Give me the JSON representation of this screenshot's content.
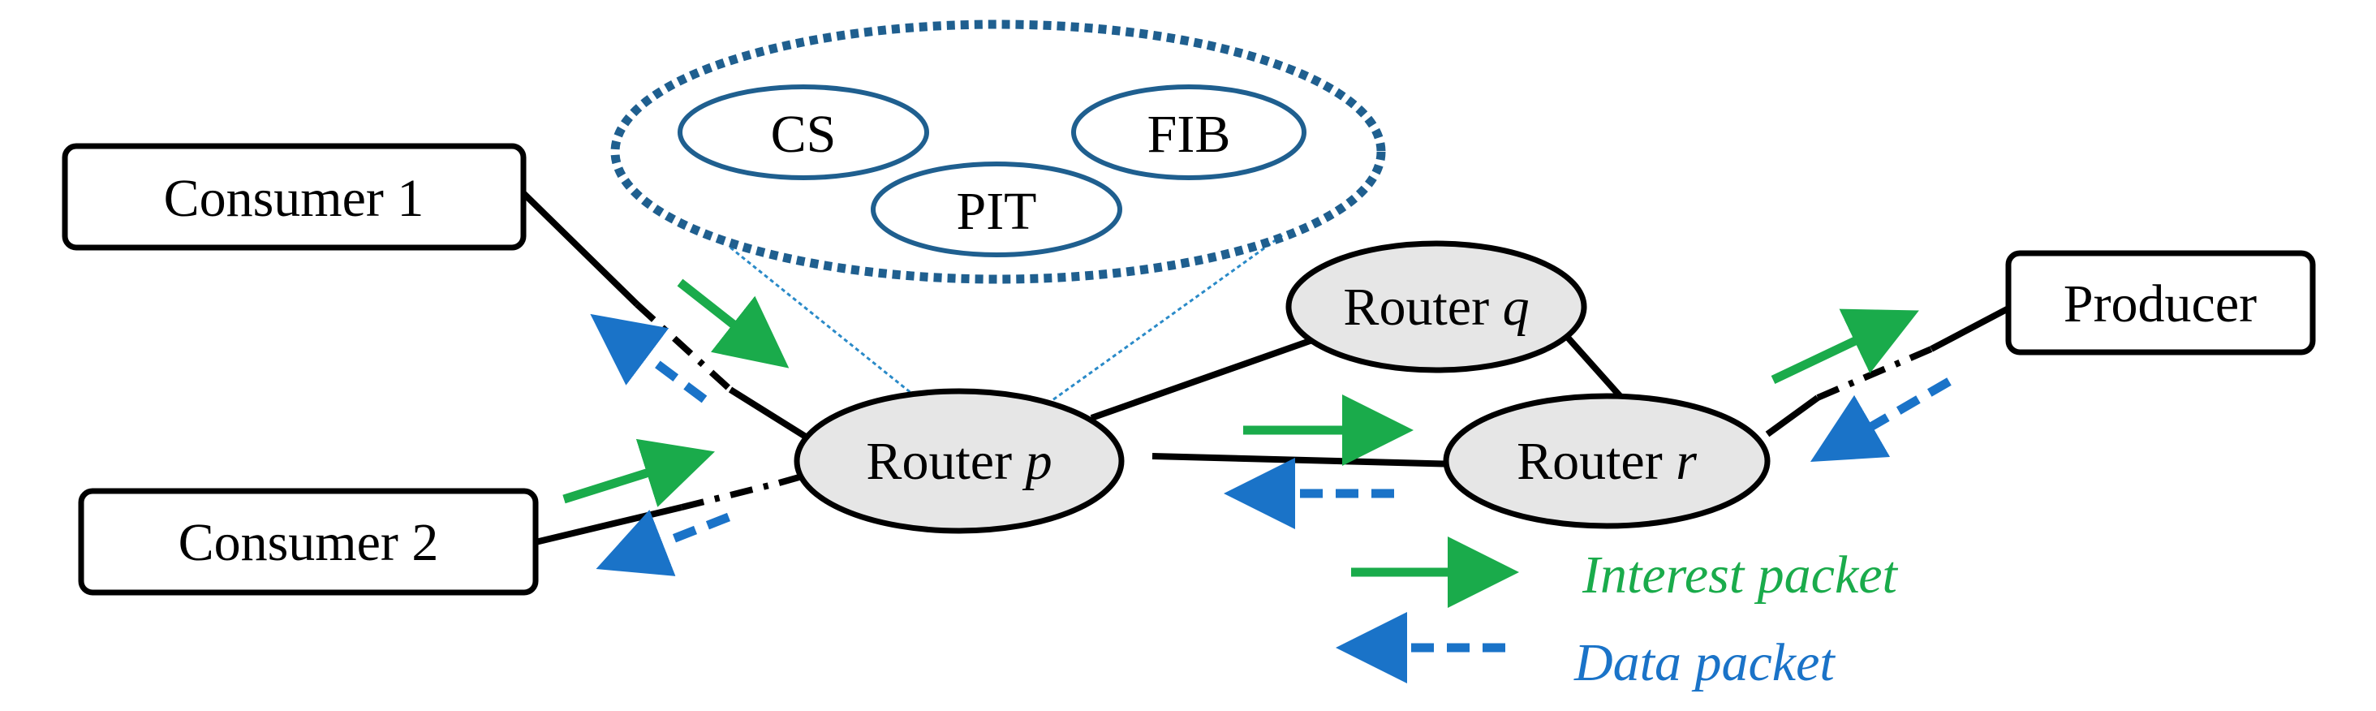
{
  "nodes": {
    "consumer1": "Consumer 1",
    "consumer2": "Consumer 2",
    "producer": "Producer",
    "router_p_prefix": "Router ",
    "router_p_var": "p",
    "router_q_prefix": "Router ",
    "router_q_var": "q",
    "router_r_prefix": "Router ",
    "router_r_var": "r"
  },
  "router_internals": {
    "cs": "CS",
    "fib": "FIB",
    "pit": "PIT"
  },
  "legend": {
    "interest": "Interest packet",
    "data": "Data packet"
  },
  "colors": {
    "interest": "#1aab4b",
    "data": "#1a73c8",
    "dotted_outline": "#1f5f8f",
    "inner_oval": "#1f5f8f",
    "router_fill": "#e6e6e6"
  }
}
